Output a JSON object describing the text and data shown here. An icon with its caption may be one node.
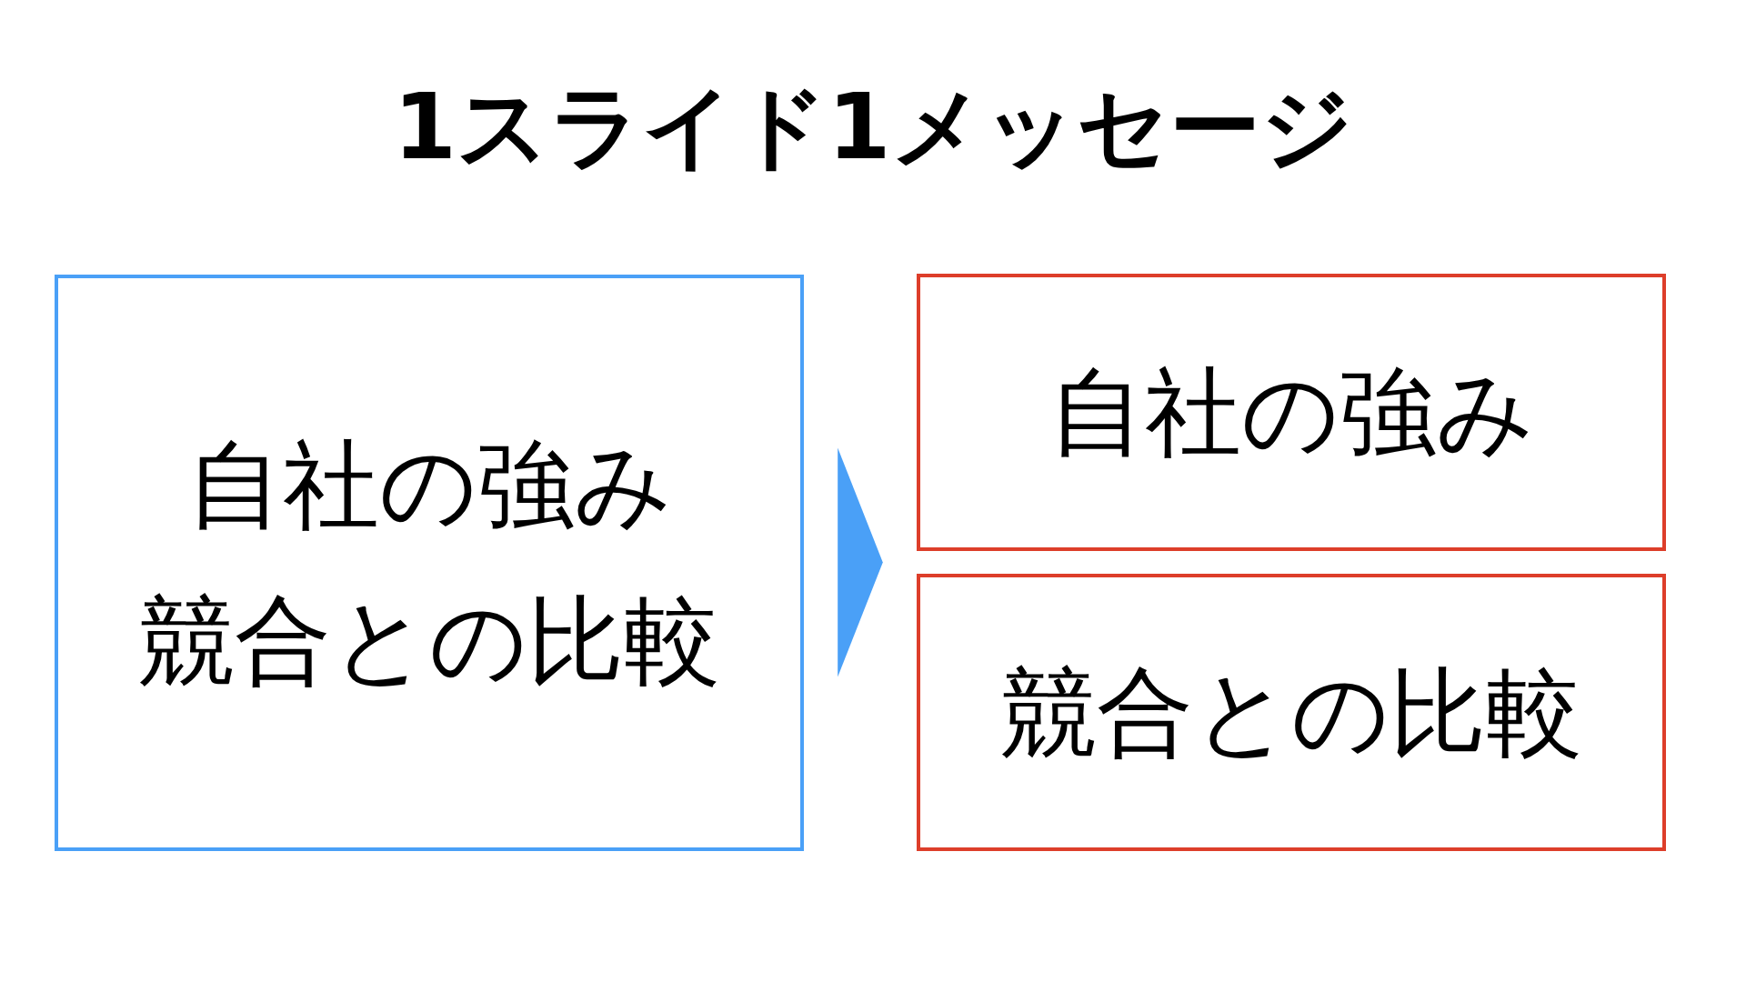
{
  "diagram": {
    "title": "1スライド1メッセージ",
    "nodes": [
      {
        "text": [
          "自社の強み",
          "競合との比較"
        ]
      },
      {
        "text": [
          "自社の強み"
        ]
      },
      {
        "text": [
          "競合との比較"
        ]
      }
    ],
    "edges": [
      {
        "from": 0,
        "to": 1,
        "arrow": "to"
      },
      {
        "from": 0,
        "to": 2,
        "arrow": "to"
      }
    ]
  }
}
